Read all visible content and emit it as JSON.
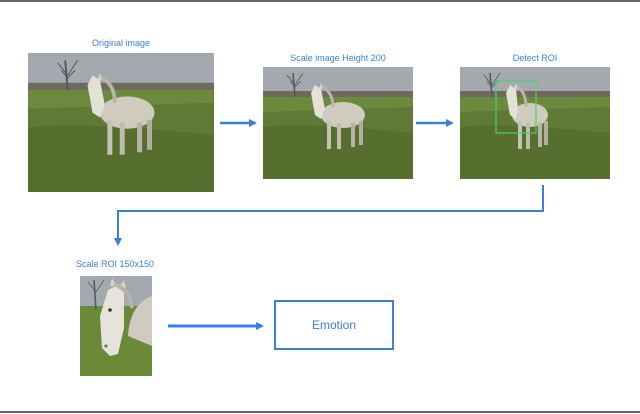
{
  "labels": {
    "original": "Original image",
    "scaled": "Scale image Height 200",
    "detect": "Detect ROI",
    "roi": "Scale ROI 150x150"
  },
  "result": {
    "text": "Emotion"
  },
  "colors": {
    "accent": "#3b7fd8",
    "roi_box": "#4fcf6a",
    "rule": "#666666",
    "sky": "#9aa0a8",
    "grass": "#5f7a35",
    "horse": "#d9d6cc"
  }
}
